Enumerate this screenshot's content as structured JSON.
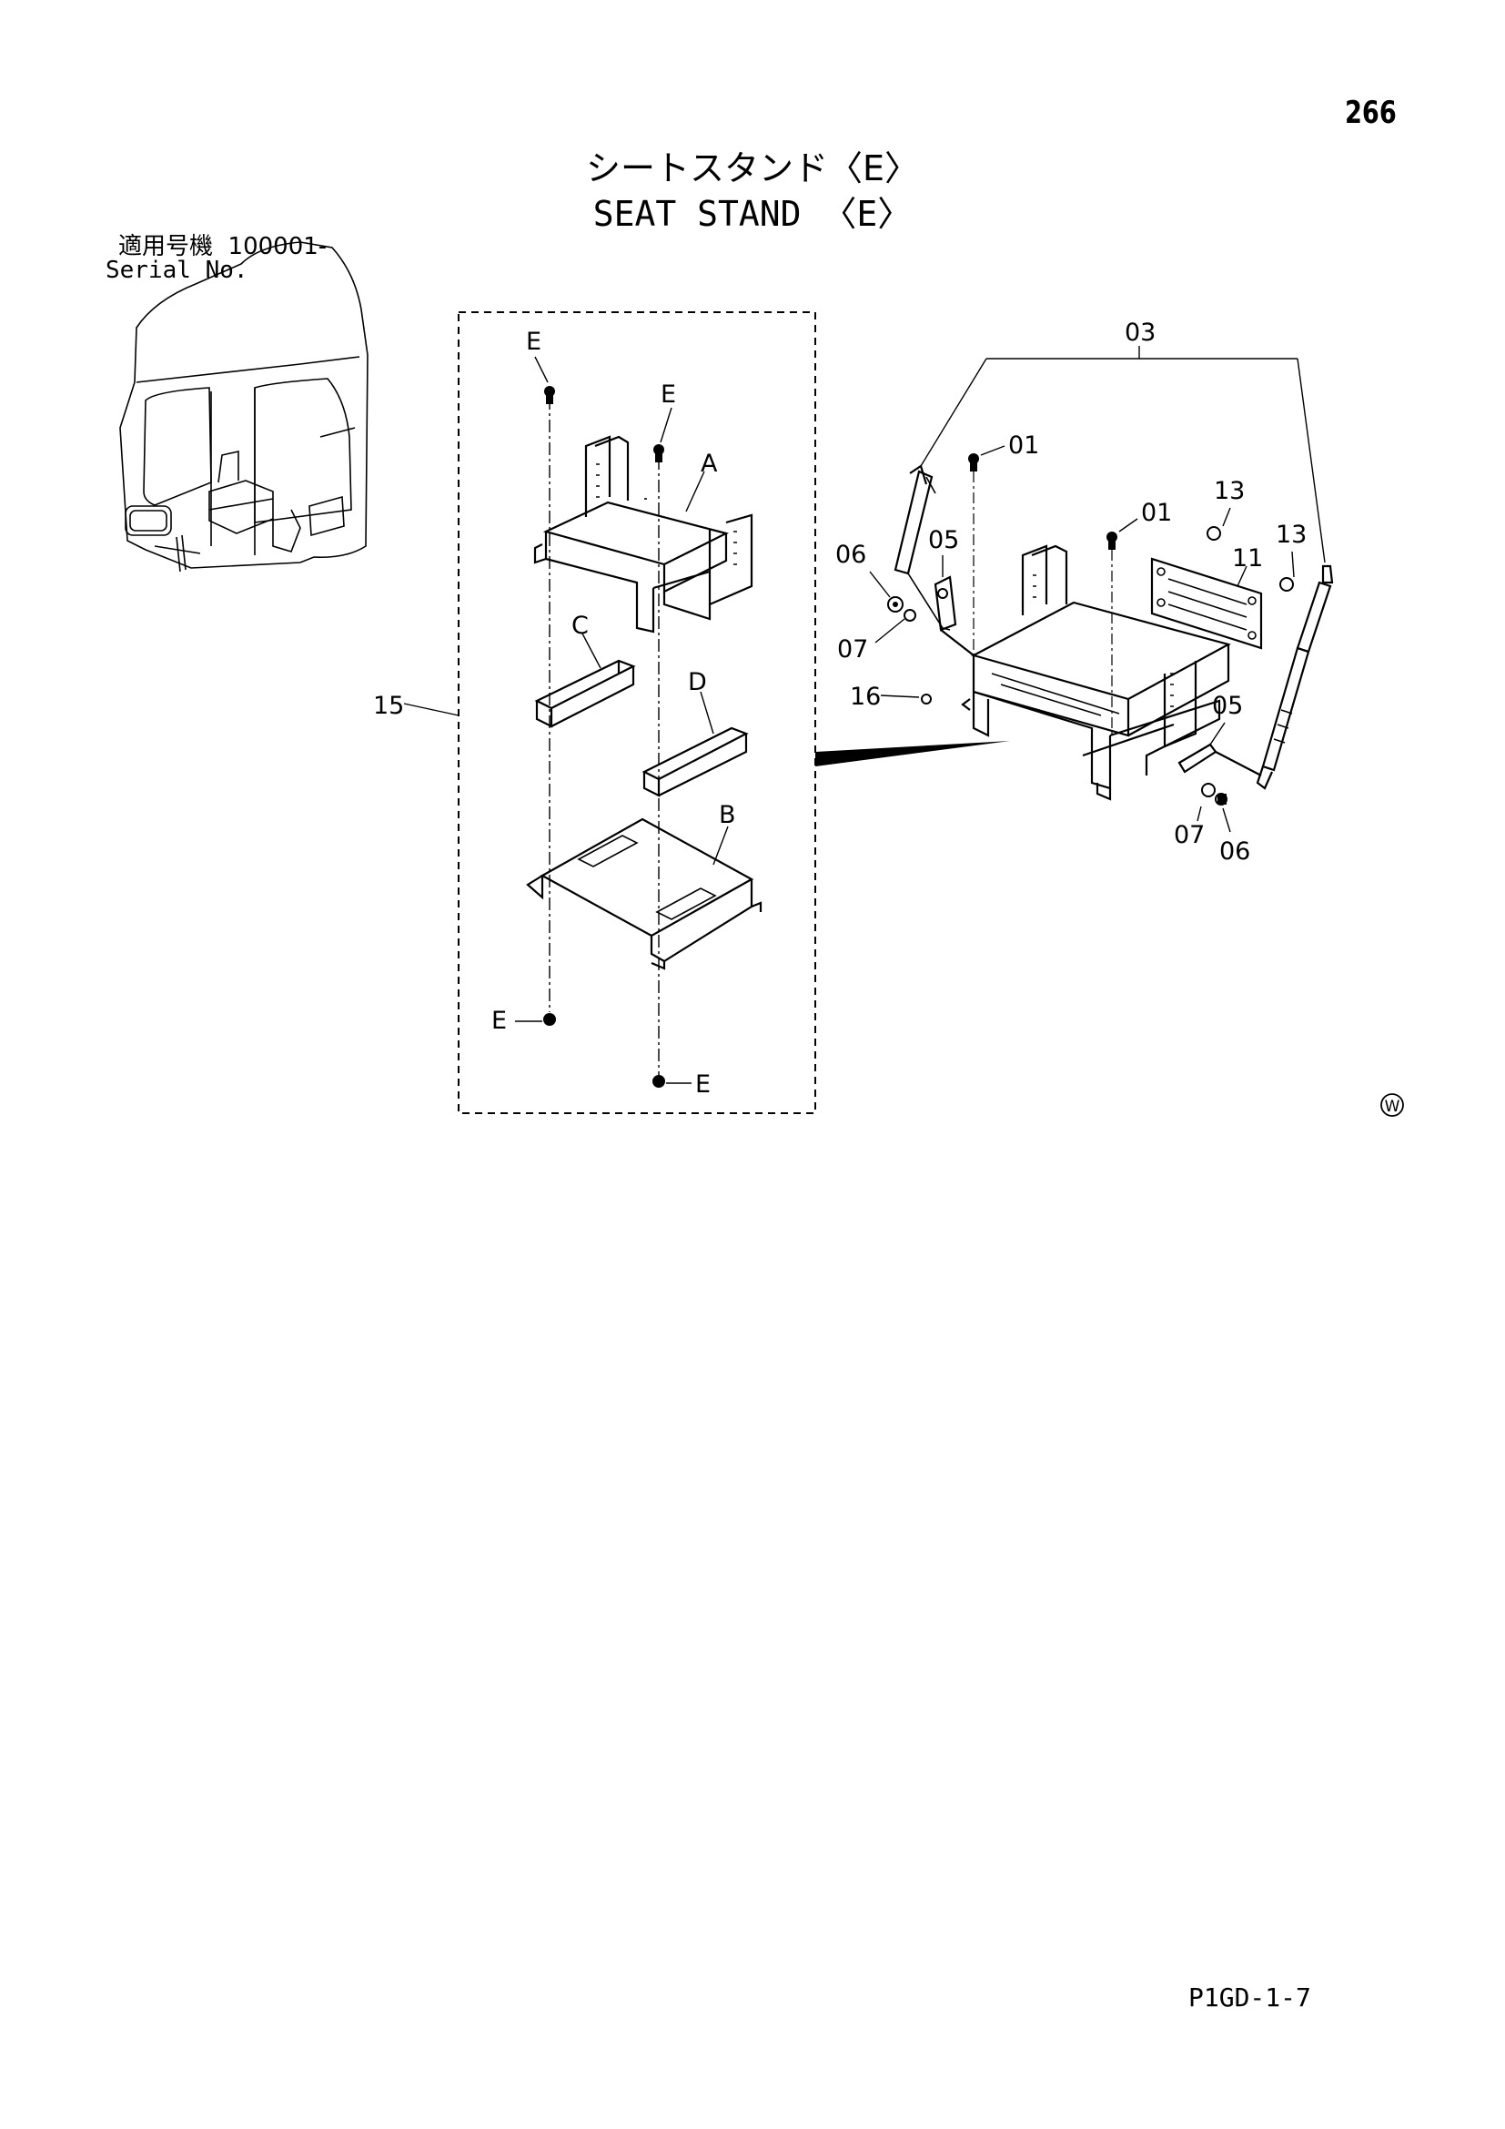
{
  "page_number": "266",
  "title_jp": "シートスタンド〈E〉",
  "title_en": "SEAT STAND 〈E〉",
  "serial": {
    "label_jp": "適用号機",
    "value": "100001-",
    "label_en": "Serial No."
  },
  "callouts": {
    "E1": "E",
    "E2": "E",
    "E3": "E",
    "E4": "E",
    "A": "A",
    "B": "B",
    "C": "C",
    "D": "D",
    "n15": "15",
    "n03": "03",
    "n01a": "01",
    "n01b": "01",
    "n13a": "13",
    "n13b": "13",
    "n11": "11",
    "n06a": "06",
    "n05a": "05",
    "n07a": "07",
    "n16": "16",
    "n05b": "05",
    "n07b": "07",
    "n06b": "06"
  },
  "watermark": "W",
  "footer_code": "P1GD-1-7"
}
